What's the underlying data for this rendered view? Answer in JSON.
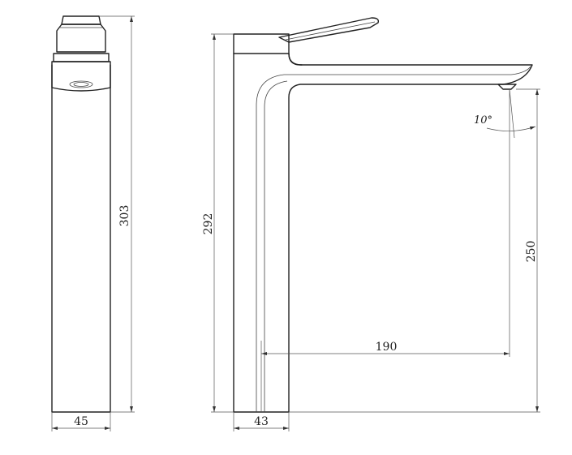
{
  "dimensions": {
    "side_width": "45",
    "side_height": "303",
    "front_height": "292",
    "front_base_width": "43",
    "spout_reach": "190",
    "spout_height": "250",
    "spout_angle": "10°"
  }
}
